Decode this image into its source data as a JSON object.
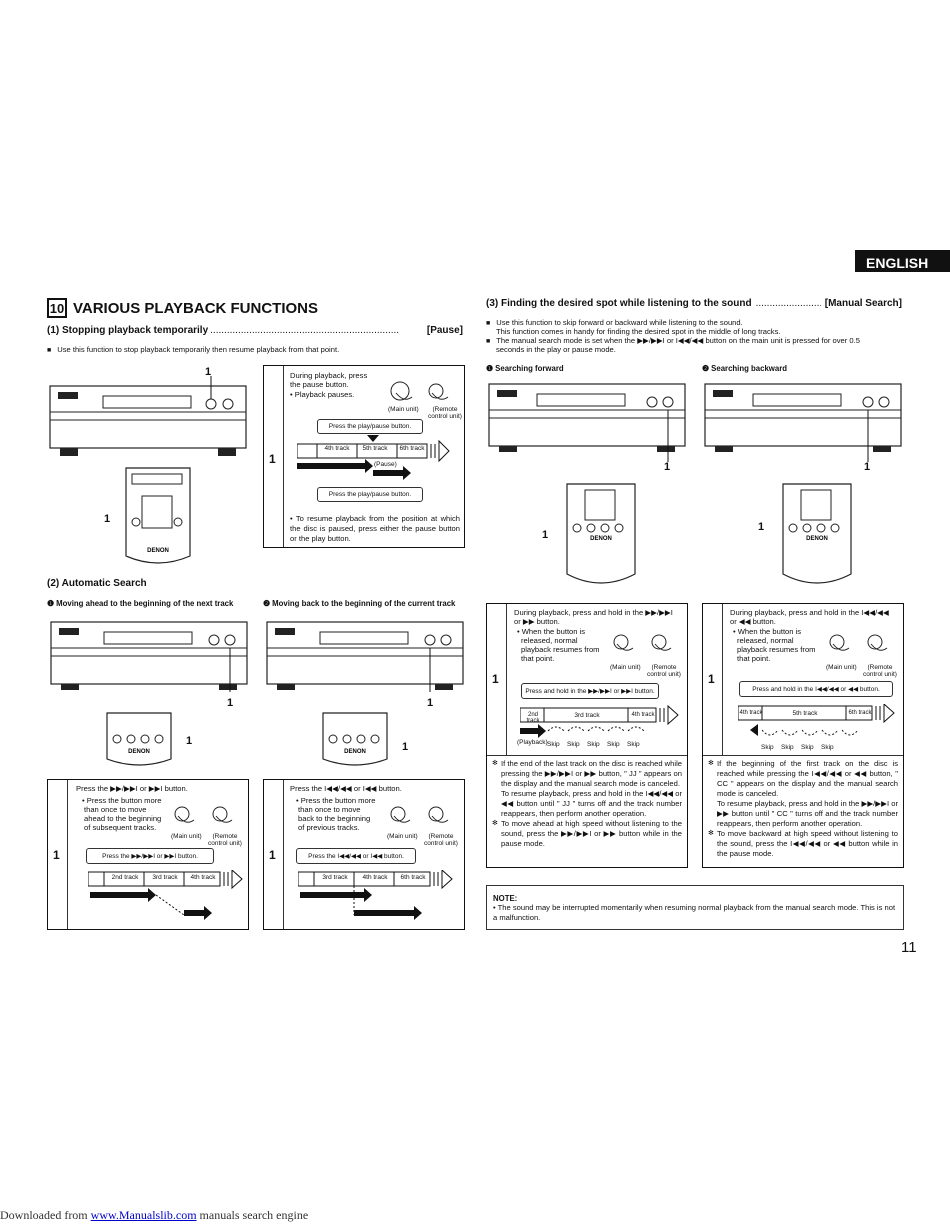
{
  "lang_tab": "ENGLISH",
  "section": {
    "number": "10",
    "title": "VARIOUS PLAYBACK FUNCTIONS"
  },
  "pause": {
    "heading": "(1) Stopping playback temporarily",
    "dots": "....................................................................",
    "tag": "[Pause]",
    "bullet": "Use this function to stop playback temporarily then resume playback from that point.",
    "step": "1",
    "callout": "1",
    "text1": "During playback, press",
    "text2": "the pause button.",
    "text3": "• Playback pauses.",
    "main_unit": "(Main unit)",
    "remote_unit_1": "(Remote",
    "remote_unit_2": "control unit)",
    "caption_top": "Press the play/pause button.",
    "caption_bottom": "Press the play/pause button.",
    "tracks": [
      "4th track",
      "5th track",
      "6th track"
    ],
    "pause_label": "(Pause)",
    "resume": "• To resume playback from the position at which the disc is paused, press either the pause button or the play button."
  },
  "auto": {
    "heading": "(2) Automatic Search",
    "sub1": "❶  Moving ahead to the beginning of the next track",
    "sub2": "❷  Moving back to the beginning of the current track",
    "callout": "1",
    "box1": {
      "step": "1",
      "line1": "Press the ▶▶/▶▶I or ▶▶I button.",
      "b1": "• Press the button more",
      "b2": "than once to move",
      "b3": "ahead to the beginning",
      "b4": "of subsequent tracks.",
      "caption": "Press the ▶▶/▶▶I or ▶▶I button.",
      "tracks": [
        "2nd track",
        "3rd track",
        "4th track"
      ]
    },
    "box2": {
      "step": "1",
      "line1": "Press the I◀◀/◀◀ or I◀◀ button.",
      "b1": "• Press the button more",
      "b2": "than once to move",
      "b3": "back to the beginning",
      "b4": "of previous tracks.",
      "caption": "Press the I◀◀/◀◀ or I◀◀ button.",
      "tracks": [
        "3rd track",
        "4th track",
        "6th track"
      ]
    },
    "main_unit": "(Main unit)",
    "remote_unit_1": "(Remote",
    "remote_unit_2": "control unit)"
  },
  "manual": {
    "heading": "(3) Finding the desired spot while listening to the sound",
    "dots": "........................",
    "tag": "[Manual Search]",
    "b1a": "Use this function to skip forward or backward while listening to the sound.",
    "b1b": "This function comes in handy for finding the desired spot in the middle of long tracks.",
    "b2a": "The manual search mode is set when the ▶▶/▶▶I or I◀◀/◀◀ button on the main unit is pressed for over 0.5",
    "b2b": "seconds in the play or pause mode.",
    "sub1": "❶  Searching forward",
    "sub2": "❷  Searching backward",
    "callout": "1",
    "fwd": {
      "step": "1",
      "t1": "During playback, press and hold in the ▶▶/▶▶I",
      "t2": "or ▶▶ button.",
      "b1": "• When the button is",
      "b2": "released, normal",
      "b3": "playback resumes from",
      "b4": "that point.",
      "caption": "Press and hold in the ▶▶/▶▶I or ▶▶I button.",
      "tracks": [
        "2nd track",
        "3rd track",
        "4th track"
      ],
      "playback": "(Playback)",
      "skip": "Skip",
      "n1": "If the end of the last track on the disc is reached while pressing the ▶▶/▶▶I or ▶▶ button, \" JJ \" appears on the display and the manual search mode is canceled.",
      "n1b": "To resume playback, press and hold in the I◀◀/◀◀ or ◀◀ button until \" JJ \" turns off and the track number reappears, then perform another operation.",
      "n2": "To move ahead at high speed without listening to the sound, press the ▶▶/▶▶I or ▶▶ button while in the pause mode."
    },
    "bwd": {
      "step": "1",
      "t1": "During playback, press and hold in the I◀◀/◀◀",
      "t2": "or ◀◀ button.",
      "b1": "• When the button is",
      "b2": "released, normal",
      "b3": "playback resumes from",
      "b4": "that point.",
      "caption": "Press and hold in the I◀◀/◀◀ or ◀◀ button.",
      "tracks": [
        "4th track",
        "5th track",
        "6th track"
      ],
      "skip": "Skip",
      "n1": "If the beginning of the first track on the disc is reached while pressing the I◀◀/◀◀ or ◀◀ button, \" CC \" appears on the display and the manual search mode is canceled.",
      "n1b": "To resume playback, press and hold in the ▶▶/▶▶I or ▶▶ button until \" CC \" turns off and the track number reappears, then perform another operation.",
      "n2": "To move backward at high speed without listening to the sound, press the I◀◀/◀◀ or ◀◀ button while in the pause mode."
    },
    "main_unit": "(Main unit)",
    "remote_unit_1": "(Remote",
    "remote_unit_2": "control unit)"
  },
  "note": {
    "title": "NOTE:",
    "text": "• The sound may be interrupted momentarily when resuming normal playback from the manual search mode. This is not a malfunction."
  },
  "page_number": "11",
  "brand": "DENON",
  "footer": {
    "prefix": "Downloaded from ",
    "link": "www.Manualslib.com",
    "suffix": " manuals search engine"
  }
}
